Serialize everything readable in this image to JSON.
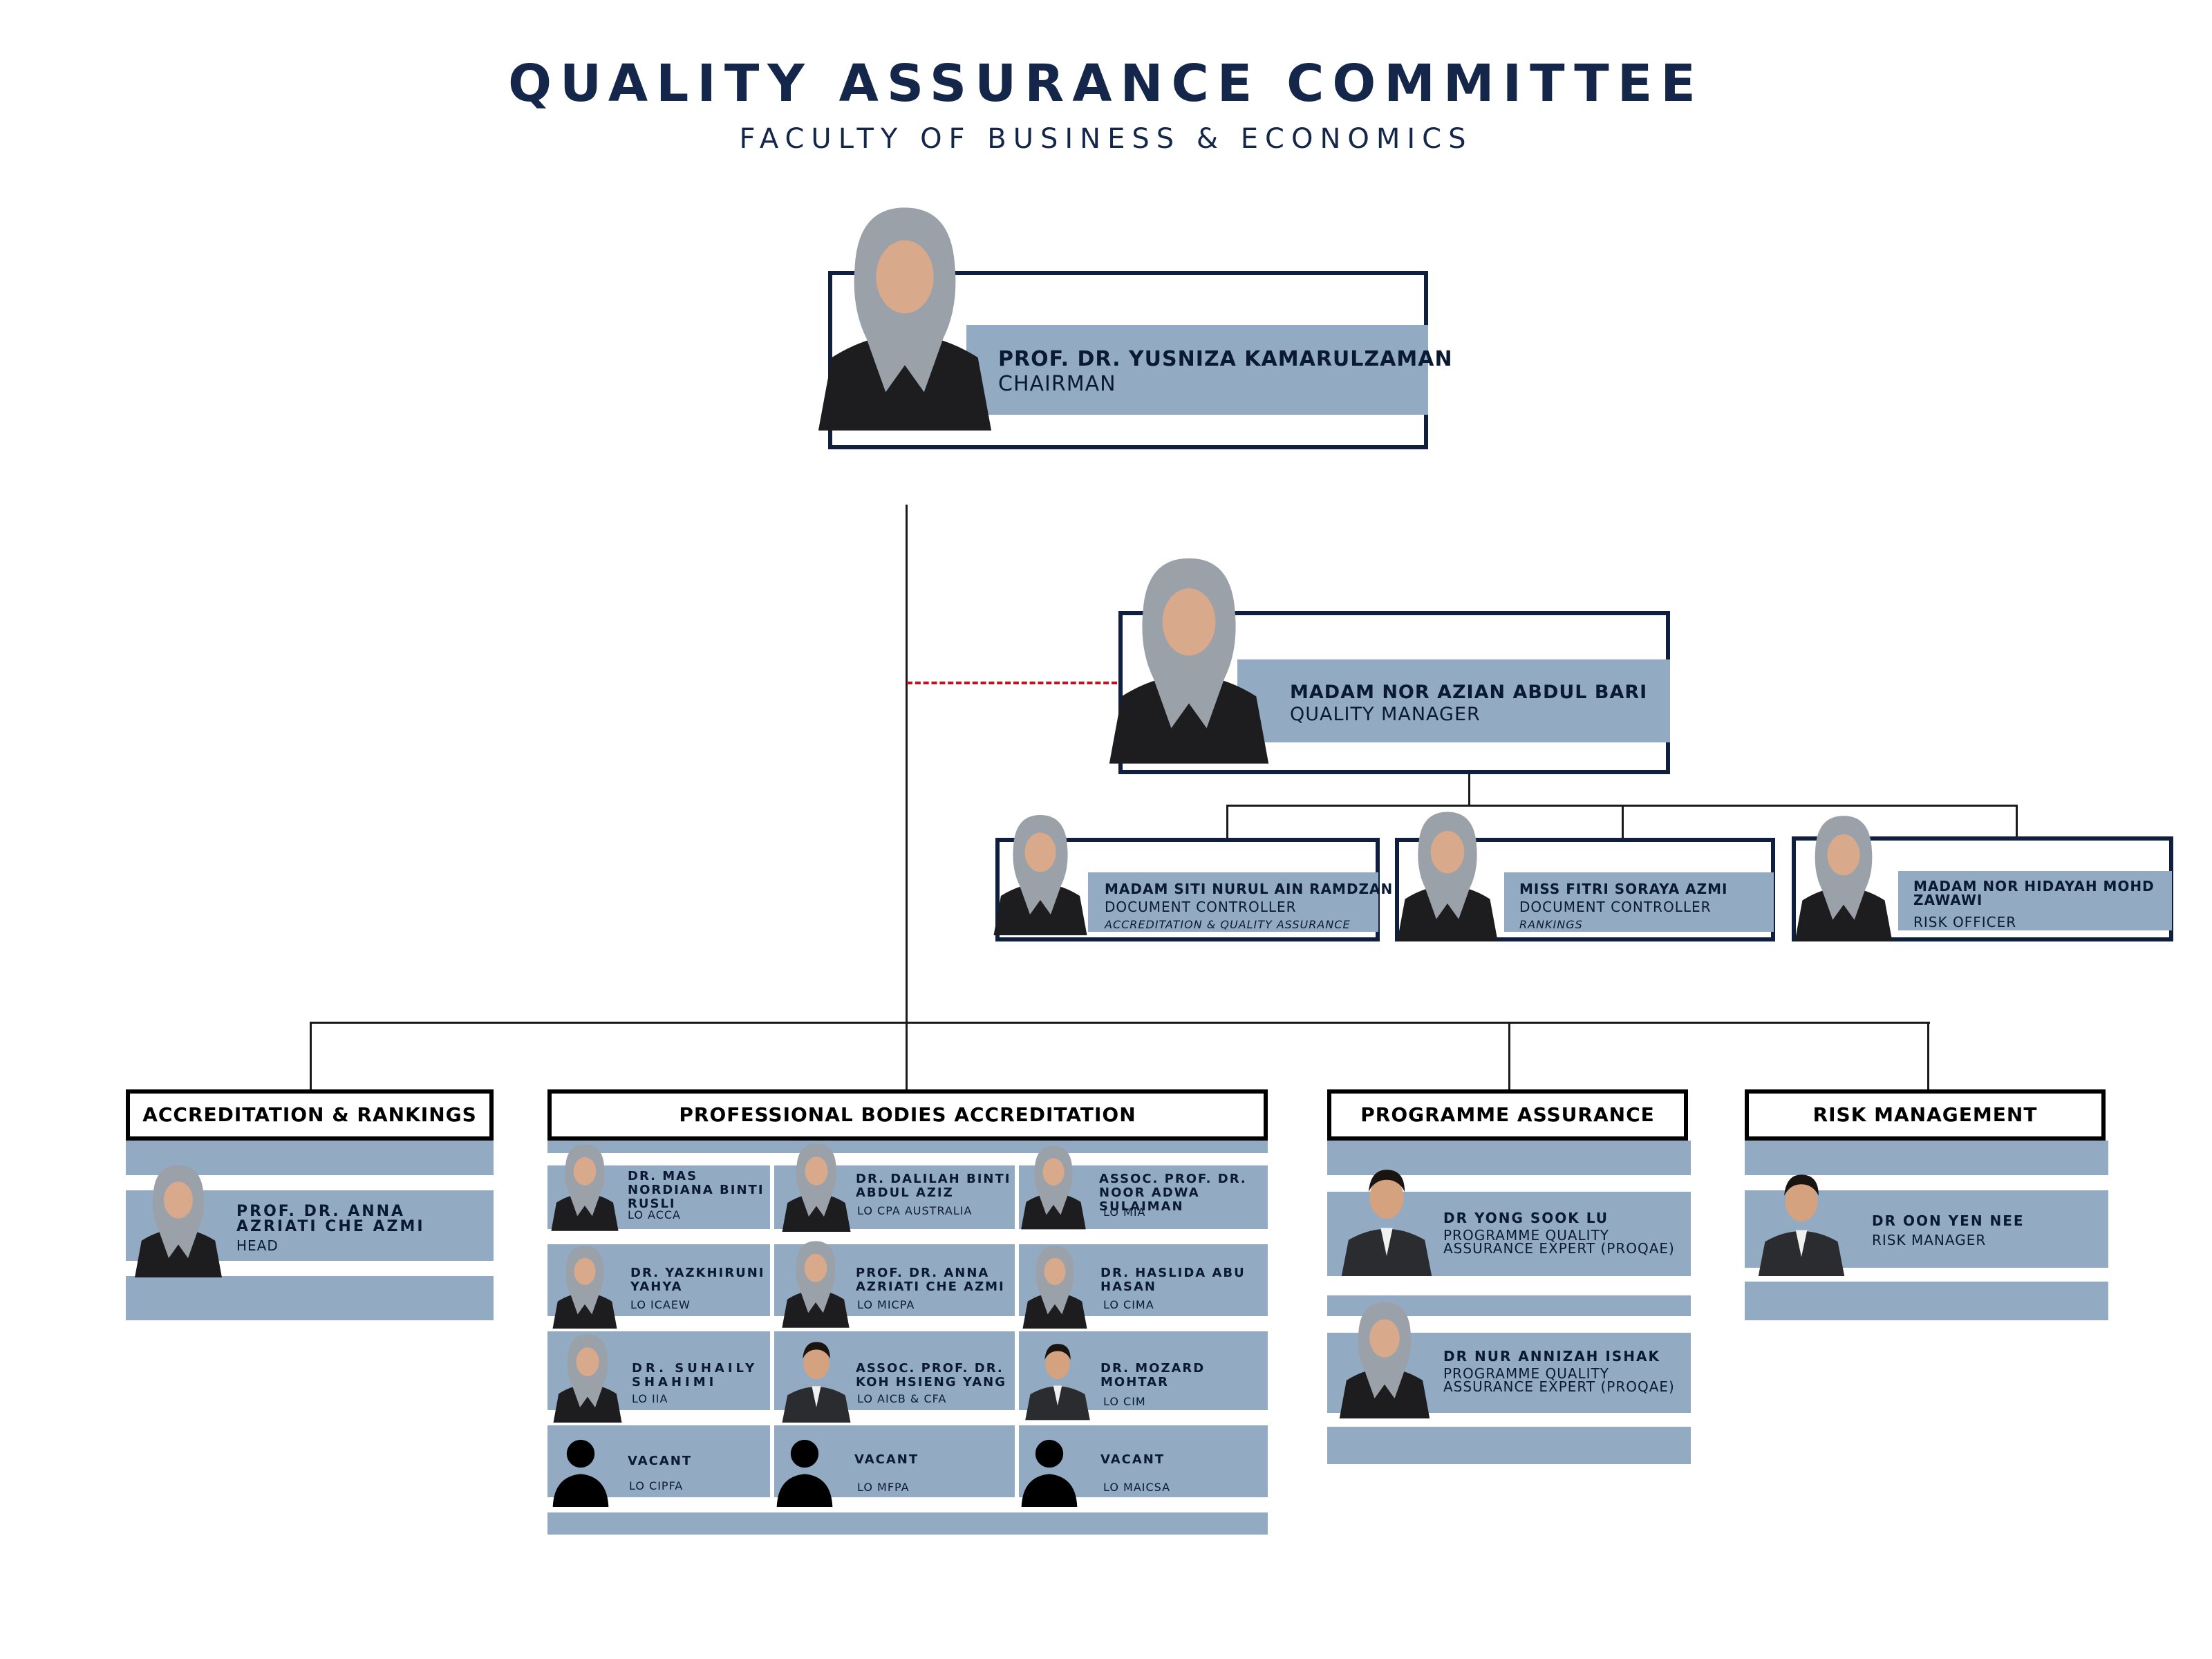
{
  "header": {
    "title": "QUALITY ASSURANCE COMMITTEE",
    "subtitle": "FACULTY OF BUSINESS & ECONOMICS"
  },
  "chairman": {
    "name": "PROF. DR. YUSNIZA KAMARULZAMAN",
    "role": "CHAIRMAN"
  },
  "quality_manager": {
    "name": "MADAM NOR AZIAN ABDUL BARI",
    "role": "QUALITY MANAGER"
  },
  "staff": [
    {
      "name": "MADAM SITI NURUL AIN RAMDZAN",
      "role": "DOCUMENT CONTROLLER",
      "note": "ACCREDITATION & QUALITY ASSURANCE"
    },
    {
      "name": "MISS FITRI SORAYA AZMI",
      "role": "DOCUMENT CONTROLLER",
      "note": "RANKINGS"
    },
    {
      "name": "MADAM NOR HIDAYAH MOHD ZAWAWI",
      "role": "RISK OFFICER"
    }
  ],
  "units": {
    "accreditation": {
      "title": "ACCREDITATION & RANKINGS",
      "member": {
        "name": "PROF. DR. ANNA AZRIATI CHE AZMI",
        "role": "HEAD"
      }
    },
    "professional": {
      "title": "PROFESSIONAL BODIES ACCREDITATION",
      "members": [
        {
          "name": "DR. MAS NORDIANA BINTI RUSLI",
          "role": "LO ACCA"
        },
        {
          "name": "DR. DALILAH BINTI ABDUL AZIZ",
          "role": "LO CPA AUSTRALIA"
        },
        {
          "name": "ASSOC. PROF. DR. NOOR ADWA SULAIMAN",
          "role": "LO MIA"
        },
        {
          "name": "DR. YAZKHIRUNI YAHYA",
          "role": "LO ICAEW"
        },
        {
          "name": "PROF. DR. ANNA AZRIATI CHE AZMI",
          "role": "LO MICPA"
        },
        {
          "name": "DR. HASLIDA ABU HASAN",
          "role": "LO CIMA"
        },
        {
          "name": "DR. SUHAILY SHAHIMI",
          "role": "LO IIA"
        },
        {
          "name": "ASSOC. PROF. DR. KOH HSIENG YANG",
          "role": "LO AICB & CFA"
        },
        {
          "name": "DR. MOZARD MOHTAR",
          "role": "LO CIM"
        },
        {
          "name": "VACANT",
          "role": "LO CIPFA"
        },
        {
          "name": "VACANT",
          "role": "LO MFPA"
        },
        {
          "name": "VACANT",
          "role": "LO MAICSA"
        }
      ]
    },
    "programme": {
      "title": "PROGRAMME ASSURANCE",
      "members": [
        {
          "name": "DR YONG SOOK LU",
          "role": "PROGRAMME QUALITY ASSURANCE EXPERT (PROQAE)"
        },
        {
          "name": "DR NUR ANNIZAH ISHAK",
          "role": "PROGRAMME QUALITY ASSURANCE EXPERT (PROQAE)"
        }
      ]
    },
    "risk": {
      "title": "RISK MANAGEMENT",
      "member": {
        "name": "DR OON YEN NEE",
        "role": "RISK MANAGER"
      }
    }
  },
  "colors": {
    "band": "#93aac3",
    "frame": "#0f1f3d",
    "title": "#14274a",
    "dashed_link": "#c0111f"
  }
}
